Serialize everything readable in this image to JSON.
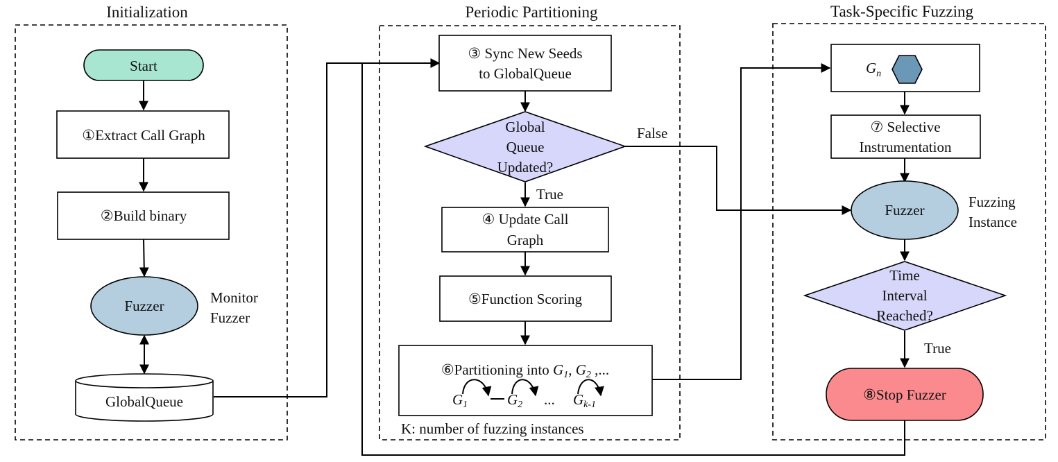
{
  "sections": {
    "init": "Initialization",
    "partition": "Periodic Partitioning",
    "fuzzing": "Task-Specific Fuzzing"
  },
  "init": {
    "start": "Start",
    "step1": "①Extract Call Graph",
    "step2": "②Build binary",
    "fuzzer": "Fuzzer",
    "monitor_line1": "Monitor",
    "monitor_line2": "Fuzzer",
    "queue": "GlobalQueue"
  },
  "partition": {
    "step3_line1": "③ Sync New Seeds",
    "step3_line2": "to GlobalQueue",
    "decision_line1": "Global",
    "decision_line2": "Queue",
    "decision_line3": "Updated?",
    "false_label": "False",
    "true_label": "True",
    "step4_line1": "④ Update Call",
    "step4_line2": "Graph",
    "step5": "⑤Function Scoring",
    "step6_prefix": "⑥Partitioning into ",
    "g1": "G",
    "g1_sub": "1",
    "comma": ", ",
    "g2": "G",
    "g2_sub": "2",
    "ellipsis_tail": " ,...",
    "chain_g1": "G",
    "chain_g1_sub": "1",
    "chain_g2": "G",
    "chain_g2_sub": "2",
    "chain_dots": "...",
    "chain_gk": "G",
    "chain_gk_sub": "k-1",
    "k_note": "K: number of fuzzing instances"
  },
  "fuzzing": {
    "gn": "G",
    "gn_sub": "n",
    "step7_line1": "⑦ Selective",
    "step7_line2": "Instrumentation",
    "fuzzer": "Fuzzer",
    "instance_line1": "Fuzzing",
    "instance_line2": "Instance",
    "decision_line1": "Time",
    "decision_line2": "Interval",
    "decision_line3": "Reached?",
    "true_label": "True",
    "step8": "⑧Stop Fuzzer"
  },
  "colors": {
    "start_fill": "#a8e6d2",
    "fuzzer_fill": "#b4cddf",
    "decision_fill": "#d6d7fa",
    "stop_fill": "#fb8a8f",
    "hexagon_fill": "#6a98b6"
  }
}
